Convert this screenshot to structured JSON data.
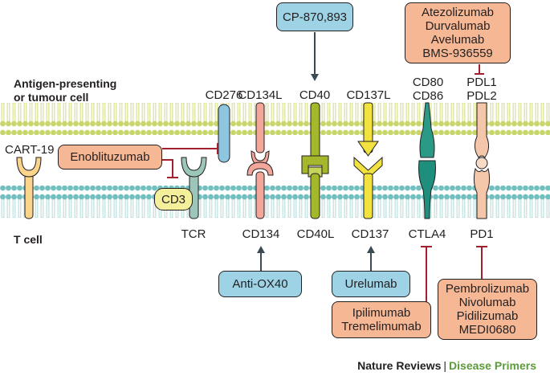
{
  "cell_labels": {
    "apc_line1": "Antigen-presenting",
    "apc_line2": "or tumour cell",
    "tcell": "T cell"
  },
  "apc_molecules": {
    "cd276": "CD276",
    "cd134l": "CD134L",
    "cd40": "CD40",
    "cd137l": "CD137L",
    "cd80": "CD80",
    "cd86": "CD86",
    "pdl1": "PDL1",
    "pdl2": "PDL2"
  },
  "tcell_molecules": {
    "cart19": "CART-19",
    "tcr": "TCR",
    "cd134": "CD134",
    "cd40l": "CD40L",
    "cd137": "CD137",
    "ctla4": "CTLA4",
    "pd1": "PD1"
  },
  "drugs": {
    "cp870893": "CP-870,893",
    "enoblituzumab": "Enoblituzumab",
    "cd3": "CD3",
    "anti_ox40": "Anti-OX40",
    "urelumab": "Urelumab",
    "pdl1_inhibitors": [
      "Atezolizumab",
      "Durvalumab",
      "Avelumab",
      "BMS-936559"
    ],
    "ctla4_inhibitors": [
      "Ipilimumab",
      "Tremelimumab"
    ],
    "pd1_inhibitors": [
      "Pembrolizumab",
      "Nivolumab",
      "Pidilizumab",
      "MEDI0680"
    ]
  },
  "footer": {
    "journal": "Nature Reviews",
    "separator": "|",
    "series": "Disease Primers"
  },
  "colors": {
    "membrane_head": "#c9d66b",
    "membrane_tail": "#e8eeb4",
    "tcell_membrane_head": "#72bfbf",
    "tcell_membrane_tail": "#c6e4e3",
    "inhibit_bar": "#a3202e",
    "stimulate_arrow": "#3b4a53",
    "box_blue": "#9ed3e6",
    "box_orange": "#f6b894",
    "cd276": "#8ec6df",
    "cd134": "#f2a79a",
    "cd40": "#a5b82c",
    "cd137": "#f2e23f",
    "ctla4": "#1f8f7d",
    "pd1": "#f4c7ab",
    "tcr": "#9cc6b9",
    "cart19": "#fcd58c"
  }
}
